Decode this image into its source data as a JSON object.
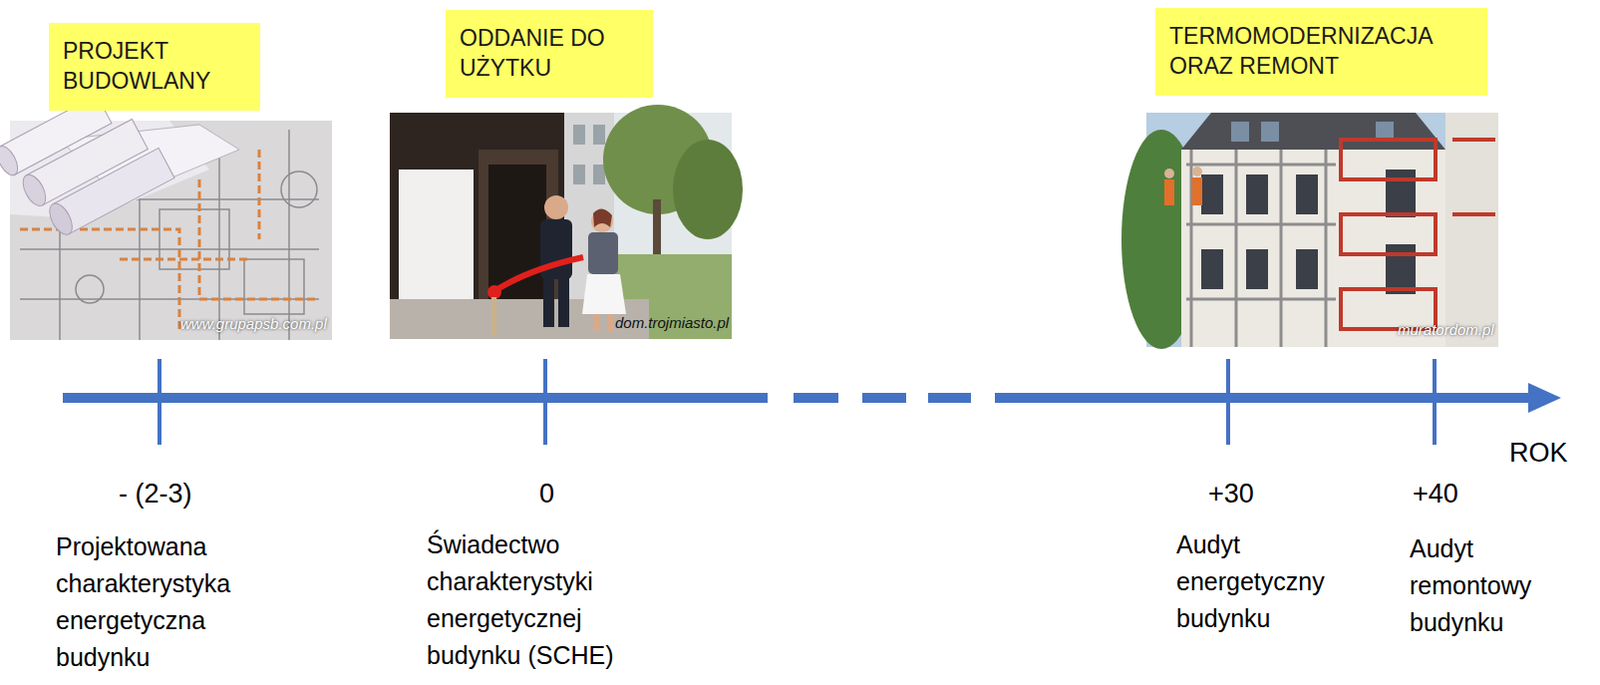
{
  "diagram": {
    "nodes": [
      {
        "text": [
          "PROJEKT BUDOWLANY"
        ]
      },
      {
        "text": [
          "ODDANIE DO UŻYTKU"
        ]
      },
      {
        "text": [
          "TERMOMODERNIZACJA ORAZ REMONT"
        ]
      }
    ],
    "labels": [
      "www.grupapsb.com.pl",
      "dom.trojmiasto.pl",
      "muratordom.pl",
      "ROK",
      "- (2-3)",
      "0",
      "+30",
      "+40",
      "Projektowana charakterystyka energetyczna budynku",
      "Świadectwo charakterystyki energetycznej budynku (SCHE)",
      "Audyt energetyczny budynku",
      "Audyt remontowy budynku"
    ]
  }
}
